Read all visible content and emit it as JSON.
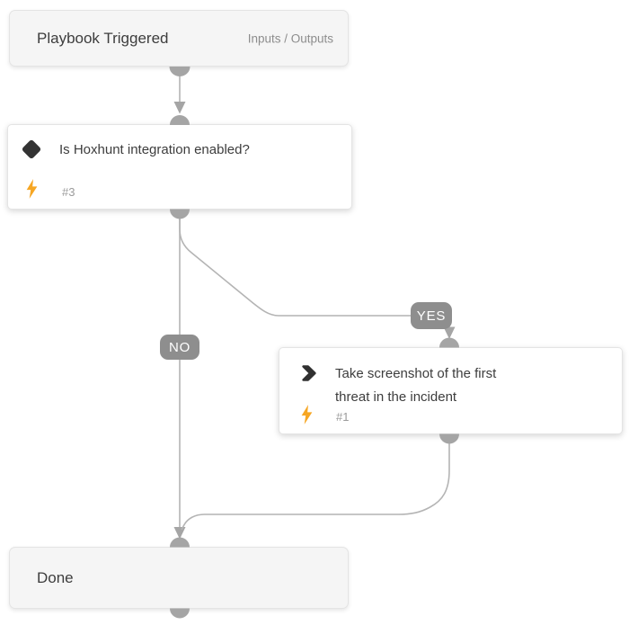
{
  "palette": {
    "canvas_bg": "#ffffff",
    "edge_line": "#b4b4b4",
    "connector": "#a5a5a5",
    "pill_bg": "#8e8e8e",
    "pill_text": "#ffffff",
    "node_gray_bg": "#f5f5f5",
    "node_border": "#e4e4e4",
    "title_text": "#3d3d3d",
    "secondary_text": "#8d8d8d",
    "number_text": "#9b9b9b",
    "bolt_orange": "#f6a623",
    "icon_dark": "#333333"
  },
  "nodes": {
    "trigger": {
      "title": "Playbook Triggered",
      "io_label": "Inputs / Outputs"
    },
    "condition": {
      "title": "Is Hoxhunt integration enabled?",
      "task_number": "#3",
      "icon": "diamond-condition-icon",
      "badge_icon": "lightning-bolt-icon"
    },
    "task": {
      "title_lines": [
        "Take screenshot of the first",
        "threat in the incident"
      ],
      "task_number": "#1",
      "icon": "chevron-right-icon",
      "badge_icon": "lightning-bolt-icon"
    },
    "done": {
      "title": "Done"
    }
  },
  "edges": {
    "yes_label": "YES",
    "no_label": "NO"
  }
}
